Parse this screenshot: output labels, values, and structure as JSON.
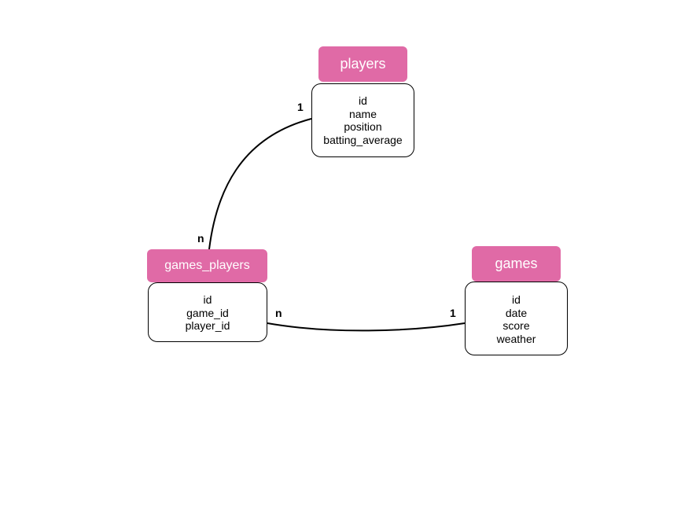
{
  "entities": {
    "players": {
      "name": "players",
      "fields": [
        "id",
        "name",
        "position",
        "batting_average"
      ]
    },
    "games_players": {
      "name": "games_players",
      "fields": [
        "id",
        "game_id",
        "player_id"
      ]
    },
    "games": {
      "name": "games",
      "fields": [
        "id",
        "date",
        "score",
        "weather"
      ]
    }
  },
  "relations": {
    "players_games_players": {
      "from_cardinality": "1",
      "to_cardinality": "n"
    },
    "games_players_games": {
      "from_cardinality": "n",
      "to_cardinality": "1"
    }
  },
  "colors": {
    "header_fill": "#e06aa6",
    "header_text": "#ffffff",
    "line": "#000000"
  }
}
